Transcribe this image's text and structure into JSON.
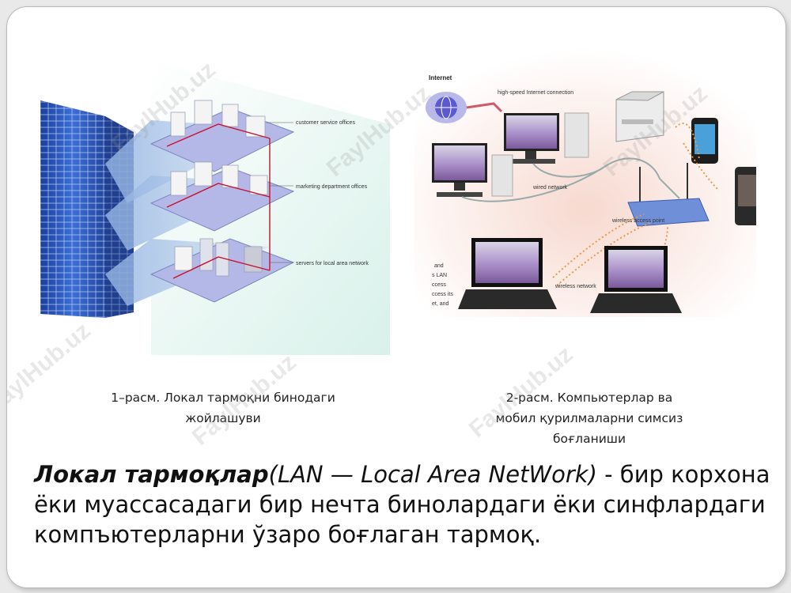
{
  "figure1": {
    "labels": {
      "customer": "customer service offices",
      "marketing": "marketing department offices",
      "servers": "servers for local area network"
    }
  },
  "figure2": {
    "labels": {
      "internet": "Internet",
      "highspeed": "high-speed Internet connection",
      "wired": "wired network",
      "wireless_ap": "wireless access point",
      "wireless_net": "wireless network",
      "side_text": [
        "and",
        "s LAN",
        "ccess",
        "ccess its",
        "et, and"
      ]
    }
  },
  "captions": {
    "fig1": [
      "1–расм. Локал тармоқни бинодаги",
      "жойлашуви"
    ],
    "fig2": [
      "2-расм. Компьютерлар ва",
      "мобил қурилмаларни симсиз",
      "боғланиши"
    ]
  },
  "main_text": {
    "term": "Локал тармоқлар",
    "abbr": "(LAN — Local Area NetWork)",
    "rest": " - бир корхона ёки муассасадаги бир нечта  бинолардаги ёки синфлардаги компъютерларни ўзаро боғлаган тармоқ."
  },
  "watermark": "FaylHub.uz"
}
